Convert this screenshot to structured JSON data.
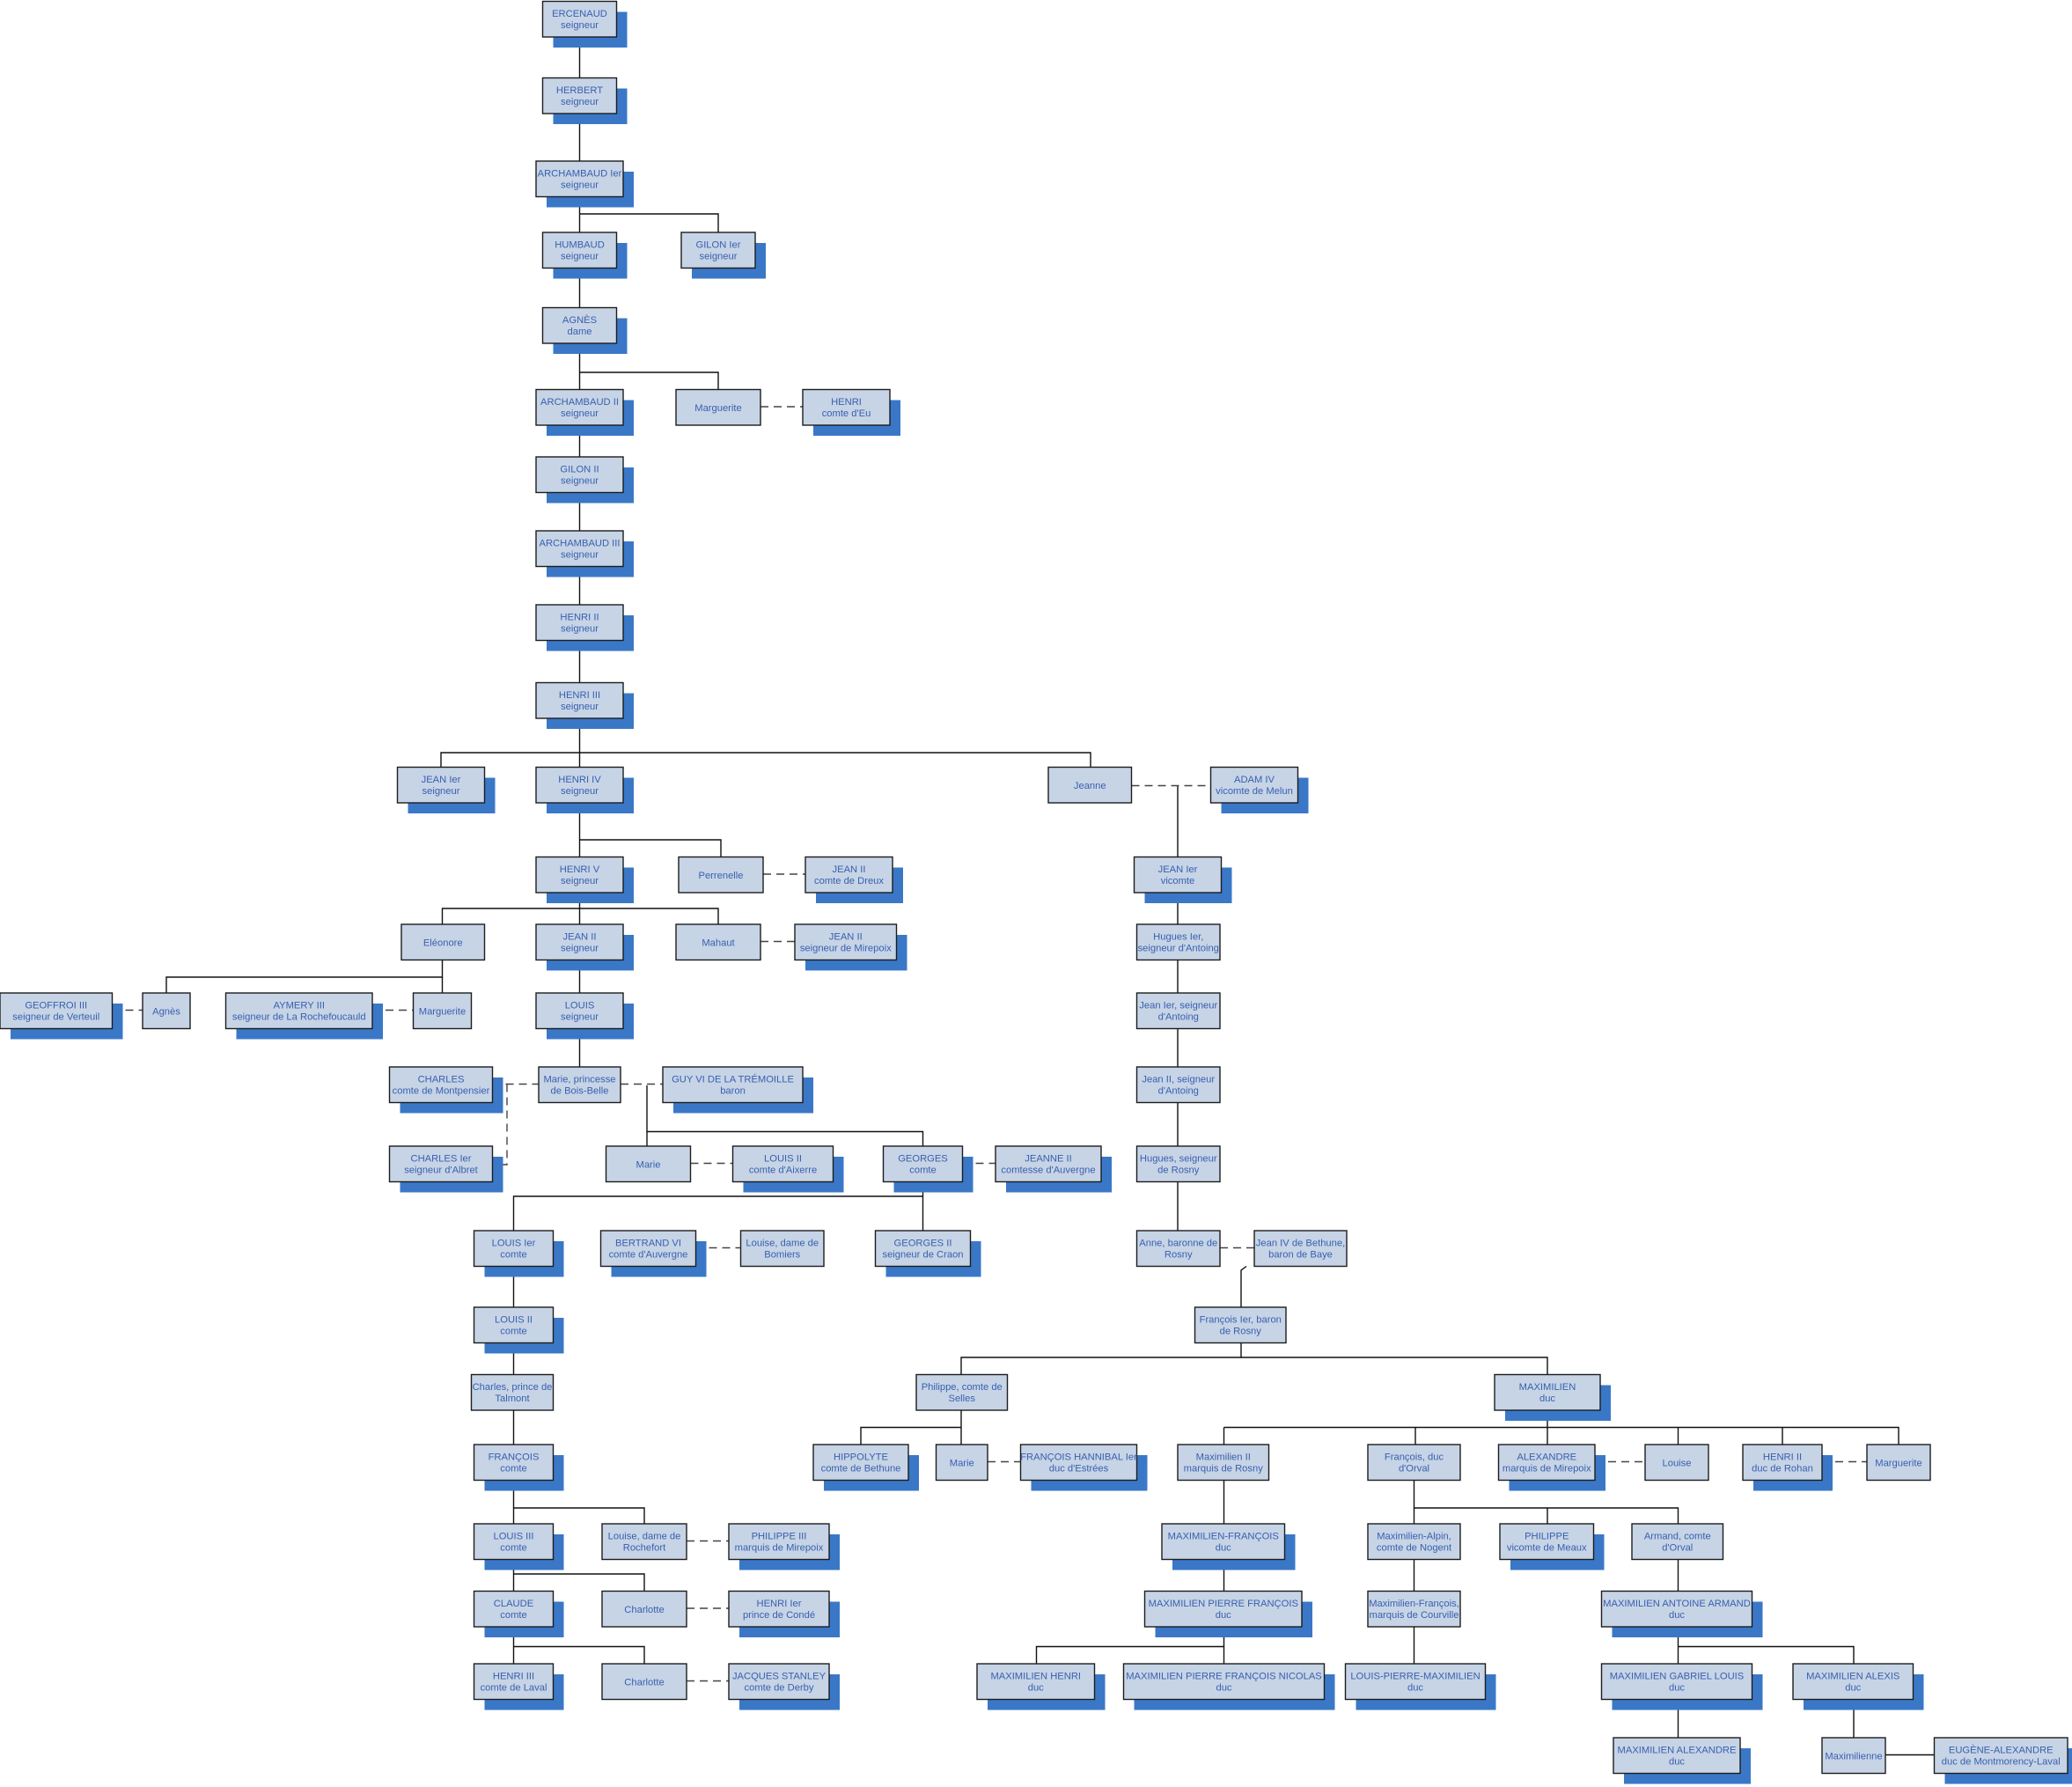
{
  "persons": {
    "ercenaud": [
      "ERCENAUD",
      "seigneur"
    ],
    "herbert": [
      "HERBERT",
      "seigneur"
    ],
    "archambaud1": [
      "ARCHAMBAUD Ier",
      "seigneur"
    ],
    "humbaud": [
      "HUMBAUD",
      "seigneur"
    ],
    "gilon1": [
      "GILON Ier",
      "seigneur"
    ],
    "agnes_dame": [
      "AGNÈS",
      "dame"
    ],
    "archambaud2": [
      "ARCHAMBAUD II",
      "seigneur"
    ],
    "marguerite1": [
      "Marguerite"
    ],
    "henri_eu": [
      "HENRI",
      "comte d'Eu"
    ],
    "gilon2": [
      "GILON II",
      "seigneur"
    ],
    "archambaud3": [
      "ARCHAMBAUD III",
      "seigneur"
    ],
    "henri2": [
      "HENRI II",
      "seigneur"
    ],
    "henri3s": [
      "HENRI III",
      "seigneur"
    ],
    "jean1s": [
      "JEAN Ier",
      "seigneur"
    ],
    "henri4": [
      "HENRI IV",
      "seigneur"
    ],
    "jeanne": [
      "Jeanne"
    ],
    "adam4": [
      "ADAM IV",
      "vicomte de Melun"
    ],
    "henri5": [
      "HENRI V",
      "seigneur"
    ],
    "perrenelle": [
      "Perrenelle"
    ],
    "jean2_dreux": [
      "JEAN II",
      "comte de Dreux"
    ],
    "jean1v": [
      "JEAN Ier",
      "vicomte"
    ],
    "eleonore": [
      "Eléonore"
    ],
    "jean2s": [
      "JEAN II",
      "seigneur"
    ],
    "mahaut": [
      "Mahaut"
    ],
    "jean2_mirepoix": [
      "JEAN II",
      "seigneur de Mirepoix"
    ],
    "hugues1": [
      "Hugues Ier,",
      "seigneur d'Antoing"
    ],
    "geoffroi3": [
      "GEOFFROI III",
      "seigneur de Verteuil"
    ],
    "agnes2": [
      "Agnès"
    ],
    "aymery3": [
      "AYMERY III",
      "seigneur de La Rochefoucauld"
    ],
    "marguerite2": [
      "Marguerite"
    ],
    "louis_s": [
      "LOUIS",
      "seigneur"
    ],
    "jean1_antoing": [
      "Jean Ier, seigneur",
      "d'Antoing"
    ],
    "charles_mont": [
      "CHARLES",
      "comte de Montpensier"
    ],
    "marie_bb": [
      "Marie, princesse",
      "de Bois-Belle"
    ],
    "guy6": [
      "GUY VI DE LA TRÉMOILLE",
      "baron"
    ],
    "jean2_antoing": [
      "Jean II, seigneur",
      "d'Antoing"
    ],
    "charles1_albret": [
      "CHARLES Ier",
      "seigneur d'Albret"
    ],
    "marie2": [
      "Marie"
    ],
    "louis2_aixerre": [
      "LOUIS II",
      "comte d'Aixerre"
    ],
    "georges": [
      "GEORGES",
      "comte"
    ],
    "jeanne2": [
      "JEANNE II",
      "comtesse d'Auvergne"
    ],
    "hugues_rosny": [
      "Hugues, seigneur",
      "de Rosny"
    ],
    "louis1c": [
      "LOUIS Ier",
      "comte"
    ],
    "bertrand6": [
      "BERTRAND VI",
      "comte d'Auvergne"
    ],
    "louise_bomiers": [
      "Louise, dame de",
      "Bomiers"
    ],
    "georges2": [
      "GEORGES II",
      "seigneur de Craon"
    ],
    "anne_rosny": [
      "Anne, baronne de",
      "Rosny"
    ],
    "jean4_bethune": [
      "Jean IV de Bethune,",
      "baron de Baye"
    ],
    "louis2c": [
      "LOUIS II",
      "comte"
    ],
    "francois1_rosny": [
      "François Ier, baron",
      "de Rosny"
    ],
    "charles_talmont": [
      "Charles, prince de",
      "Talmont"
    ],
    "philippe_selles": [
      "Philippe, comte de",
      "Selles"
    ],
    "maximilien_duc": [
      "MAXIMILIEN",
      "duc"
    ],
    "francois_comte": [
      "FRANÇOIS",
      "comte"
    ],
    "hippolyte": [
      "HIPPOLYTE",
      "comte de Bethune"
    ],
    "marie3": [
      "Marie"
    ],
    "francois_hannibal": [
      "FRANÇOIS HANNIBAL Ier",
      "duc d'Estrées"
    ],
    "maximilien2": [
      "Maximilien II",
      "marquis de Rosny"
    ],
    "francois_orval": [
      "François, duc",
      "d'Orval"
    ],
    "alexandre": [
      "ALEXANDRE",
      "marquis de Mirepoix"
    ],
    "louise3": [
      "Louise"
    ],
    "henri2_rohan": [
      "HENRI II",
      "duc de Rohan"
    ],
    "marguerite3": [
      "Marguerite"
    ],
    "louis3c": [
      "LOUIS III",
      "comte"
    ],
    "louise_rochefort": [
      "Louise, dame de",
      "Rochefort"
    ],
    "philippe3": [
      "PHILIPPE III",
      "marquis de Mirepoix"
    ],
    "max_francois": [
      "MAXIMILIEN-FRANÇOIS",
      "duc"
    ],
    "max_alpin": [
      "Maximilien-Alpin,",
      "comte de Nogent"
    ],
    "philippe_meaux": [
      "PHILIPPE",
      "vicomte de Meaux"
    ],
    "armand_orval": [
      "Armand, comte",
      "d'Orval"
    ],
    "claude": [
      "CLAUDE",
      "comte"
    ],
    "charlotte1": [
      "Charlotte"
    ],
    "henri1_conde": [
      "HENRI Ier",
      "prince de Condé"
    ],
    "max_pierre_francois": [
      "MAXIMILIEN PIERRE FRANÇOIS",
      "duc"
    ],
    "max_francois_courville": [
      "Maximilien-François,",
      "marquis de Courville"
    ],
    "max_antoine_armand": [
      "MAXIMILIEN ANTOINE ARMAND",
      "duc"
    ],
    "henri3_laval": [
      "HENRI III",
      "comte de Laval"
    ],
    "charlotte2": [
      "Charlotte"
    ],
    "jacques_stanley": [
      "JACQUES STANLEY",
      "comte de Derby"
    ],
    "max_henri": [
      "MAXIMILIEN HENRI",
      "duc"
    ],
    "max_pfn": [
      "MAXIMILIEN PIERRE FRANÇOIS NICOLAS",
      "duc"
    ],
    "louis_pierre_max": [
      "LOUIS-PIERRE-MAXIMILIEN",
      "duc"
    ],
    "max_gabriel_louis": [
      "MAXIMILIEN GABRIEL LOUIS",
      "duc"
    ],
    "max_alexis": [
      "MAXIMILIEN ALEXIS",
      "duc"
    ],
    "max_alexandre": [
      "MAXIMILIEN ALEXANDRE",
      "duc"
    ],
    "maximilienne": [
      "Maximilienne"
    ],
    "eugene_alexandre": [
      "EUGÈNE-ALEXANDRE",
      "duc de Montmorency-Laval"
    ]
  }
}
